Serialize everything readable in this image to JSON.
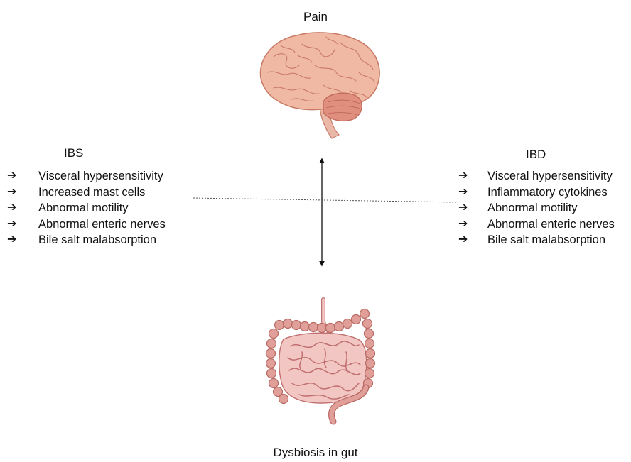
{
  "diagram": {
    "top_label": "Pain",
    "bottom_label": "Dysbiosis in gut",
    "ibs": {
      "title": "IBS",
      "items": [
        "Visceral hypersensitivity",
        "Increased mast cells",
        "Abnormal motility",
        "Abnormal enteric nerves",
        "Bile salt malabsorption"
      ]
    },
    "ibd": {
      "title": "IBD",
      "items": [
        "Visceral hypersensitivity",
        "Inflammatory cytokines",
        "Abnormal motility",
        "Abnormal enteric nerves",
        "Bile salt malabsorption"
      ]
    },
    "arrow_glyph": "➔",
    "icons": {
      "brain": "brain-icon",
      "gut": "intestines-icon"
    },
    "colors": {
      "brain_fill": "#f0b9a4",
      "brain_stroke": "#c97a66",
      "cerebellum": "#e08f7f",
      "gut_fill": "#f2c6c2",
      "gut_stroke": "#c06f6f",
      "colon_fill": "#e09f98"
    }
  }
}
